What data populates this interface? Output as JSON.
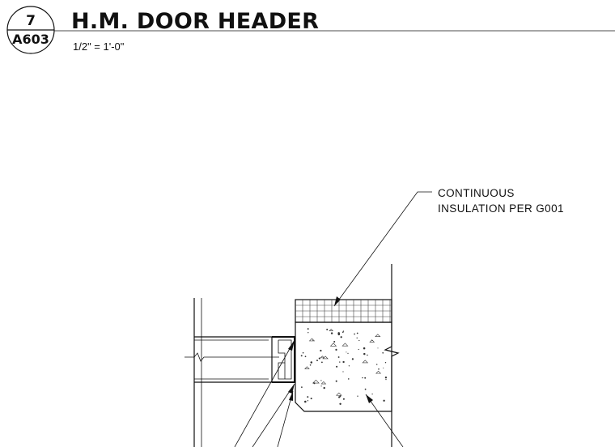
{
  "title_block": {
    "detail_number": "7",
    "sheet_number": "A603",
    "title": "H.M. DOOR HEADER",
    "scale": "1/2\" = 1'-0\""
  },
  "annotations": {
    "insulation_note_line1": "CONTINUOUS",
    "insulation_note_line2": "INSULATION PER G001"
  }
}
